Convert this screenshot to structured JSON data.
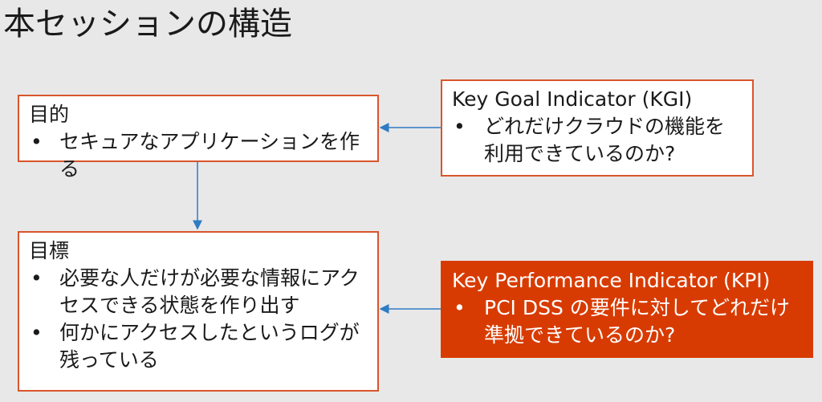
{
  "title": "本セッションの構造",
  "purpose_box": {
    "heading": "目的",
    "bullets": [
      "セキュアなアプリケーションを作る"
    ]
  },
  "goal_box": {
    "heading": "目標",
    "bullets": [
      "必要な人だけが必要な情報にアクセスできる状態を作り出す",
      "何かにアクセスしたというログが残っている"
    ]
  },
  "kgi_box": {
    "heading": "Key Goal Indicator (KGI)",
    "bullets": [
      "どれだけクラウドの機能を利用できているのか?"
    ]
  },
  "kpi_box": {
    "heading": "Key Performance Indicator (KPI)",
    "bullets": [
      "PCI DSS の要件に対してどれだけ準拠できているのか?"
    ]
  },
  "bullet_glyph": "•",
  "colors": {
    "background": "#e8e8e8",
    "box_border": "#d9552b",
    "kpi_fill": "#d83b01",
    "arrow": "#2f7bc4"
  }
}
